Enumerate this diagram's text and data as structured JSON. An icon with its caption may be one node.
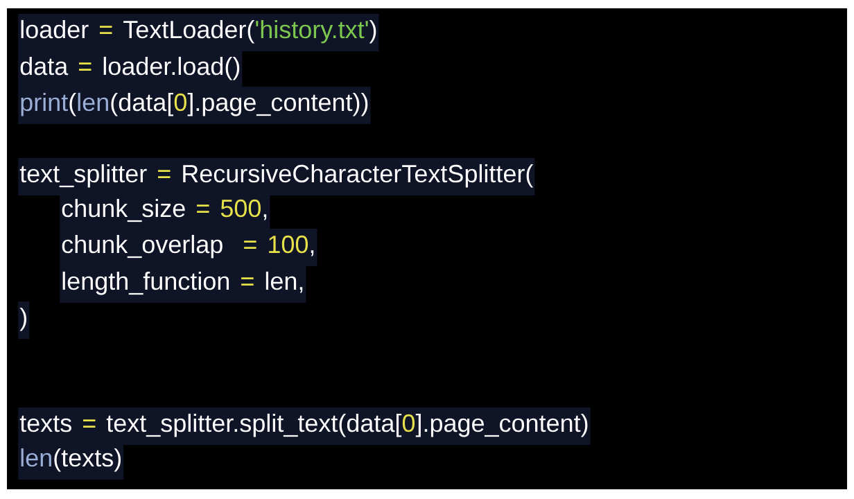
{
  "diagram": {
    "labels": [
      "loader",
      "=",
      "TextLoader(",
      "'history.txt'",
      ")",
      "data",
      "=",
      "loader.load()",
      "print",
      "(",
      "len",
      "(data[",
      "0",
      "].page_content))",
      "text_splitter",
      "=",
      "RecursiveCharacterTextSplitter(",
      "chunk_size",
      "=",
      "500",
      ",",
      "chunk_overlap",
      "=",
      "100",
      ",",
      "length_function",
      "=",
      "len,",
      ")",
      "texts",
      "=",
      "text_splitter.split_text(data[",
      "0",
      "].page_content)",
      "len",
      "(texts)"
    ]
  }
}
